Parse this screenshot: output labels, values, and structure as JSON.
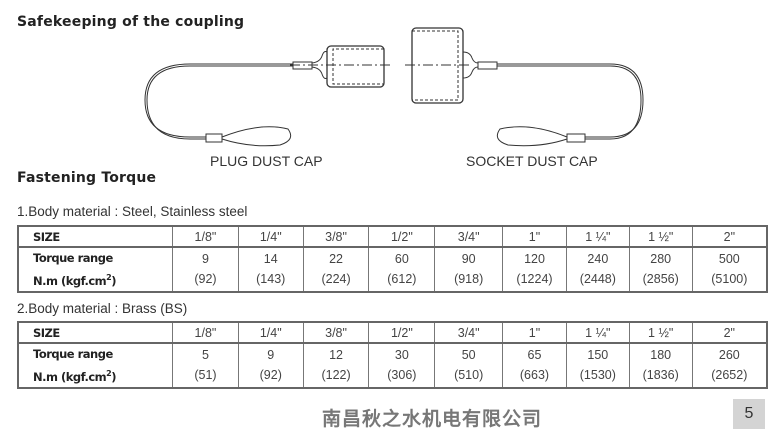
{
  "headings": {
    "safekeeping": "Safekeeping of the coupling",
    "fastening": "Fastening Torque"
  },
  "diagram": {
    "plug_label": "PLUG DUST CAP",
    "socket_label": "SOCKET DUST CAP"
  },
  "tables": [
    {
      "title": "1.Body material : Steel, Stainless steel",
      "size_label": "SIZE",
      "torque_label": "Torque range",
      "unit_label": "N.m (kgf.cm",
      "sizes": [
        "1/8\"",
        "1/4\"",
        "3/8\"",
        "1/2\"",
        "3/4\"",
        "1\"",
        "1 ¼\"",
        "1 ½\"",
        "2\""
      ],
      "nm": [
        "9",
        "14",
        "22",
        "60",
        "90",
        "120",
        "240",
        "280",
        "500"
      ],
      "kgf": [
        "(92)",
        "(143)",
        "(224)",
        "(612)",
        "(918)",
        "(1224)",
        "(2448)",
        "(2856)",
        "(5100)"
      ]
    },
    {
      "title": "2.Body material : Brass (BS)",
      "size_label": "SIZE",
      "torque_label": "Torque range",
      "unit_label": "N.m (kgf.cm",
      "sizes": [
        "1/8\"",
        "1/4\"",
        "3/8\"",
        "1/2\"",
        "3/4\"",
        "1\"",
        "1 ¼\"",
        "1 ½\"",
        "2\""
      ],
      "nm": [
        "5",
        "9",
        "12",
        "30",
        "50",
        "65",
        "150",
        "180",
        "260"
      ],
      "kgf": [
        "(51)",
        "(92)",
        "(122)",
        "(306)",
        "(510)",
        "(663)",
        "(1530)",
        "(1836)",
        "(2652)"
      ]
    }
  ],
  "footer": {
    "company": "南昌秋之水机电有限公司",
    "page_number": "5"
  }
}
